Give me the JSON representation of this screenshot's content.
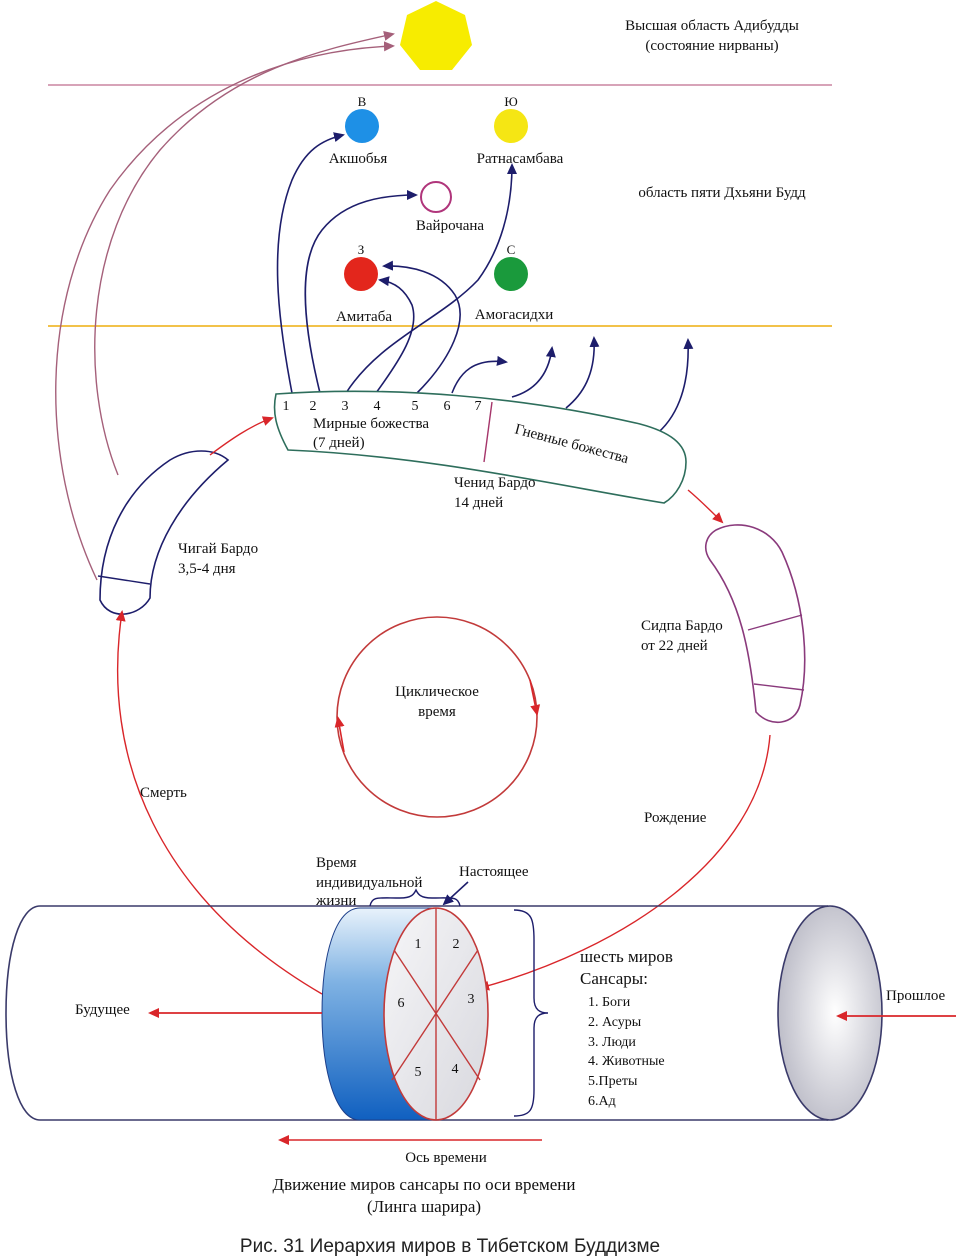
{
  "header": {
    "adibuddha_line1": "Высшая область Адибудды",
    "adibuddha_line2": "(состояние нирваны)",
    "five_buddhas_region": "область пяти Дхьяни Будд"
  },
  "buddhas": {
    "akshobhya": {
      "letter": "В",
      "name": "Акшобья",
      "color": "#1e90e6"
    },
    "ratnasambhava": {
      "letter": "Ю",
      "name": "Ратнасамбава",
      "color": "#f5e614"
    },
    "vairochana": {
      "letter": "",
      "name": "Вайрочана",
      "color": "#ffffff"
    },
    "amitabha": {
      "letter": "З",
      "name": "Амитаба",
      "color": "#e3261c"
    },
    "amoghasiddhi": {
      "letter": "С",
      "name": "Амогасидхи",
      "color": "#1a9a3c"
    }
  },
  "adibuddha_color": "#f7ec00",
  "chenid": {
    "numbers": [
      "1",
      "2",
      "3",
      "4",
      "5",
      "6",
      "7"
    ],
    "peaceful_line1": "Мирные божества",
    "peaceful_line2": "(7 дней)",
    "wrathful": "Гневные божества",
    "name_line1": "Ченид Бардо",
    "name_line2": "14 дней"
  },
  "chigai": {
    "line1": "Чигай Бардо",
    "line2": "3,5-4 дня"
  },
  "sidpa": {
    "line1": "Сидпа Бардо",
    "line2": "от 22 дней"
  },
  "cyclic_time": {
    "line1": "Циклическое",
    "line2": "время"
  },
  "death": "Смерть",
  "birth": "Рождение",
  "lifetime": {
    "line1": "Время",
    "line2": "индивидуальной",
    "line3": "жизни"
  },
  "present": "Настоящее",
  "future": "Будущее",
  "past": "Прошлое",
  "disk_sectors": [
    "1",
    "2",
    "3",
    "4",
    "5",
    "6"
  ],
  "six_worlds": {
    "title_line1": "шесть миров",
    "title_line2": "Сансары:",
    "items": [
      "1. Боги",
      "2. Асуры",
      "3. Люди",
      "4. Животные",
      "5.Преты",
      "6.Ад"
    ]
  },
  "time_axis": "Ось времени",
  "movement_line1": "Движение миров сансары по оси времени",
  "movement_line2": "(Линга шарира)",
  "caption": "Рис. 31  Иерархия миров в Тибетском Буддизме"
}
